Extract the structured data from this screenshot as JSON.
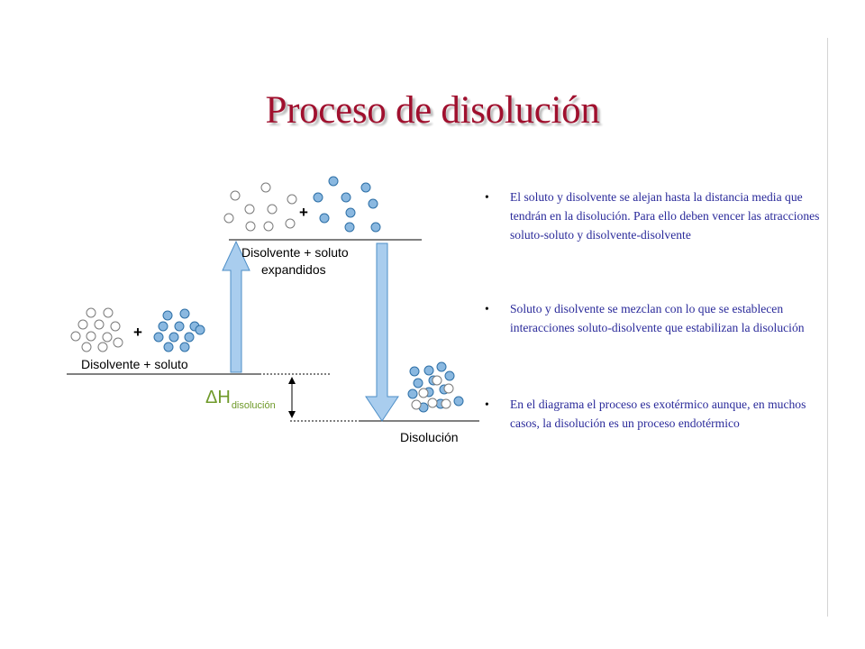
{
  "title": "Proceso de disolución",
  "diagram": {
    "labels": {
      "initial": "Disolvente + soluto",
      "expanded_line1": "Disolvente + soluto",
      "expanded_line2": "expandidos",
      "final": "Disolución",
      "delta_symbol": "ΔH",
      "delta_sub": "disolución",
      "plus": "+"
    },
    "colors": {
      "solute_fill": "#8ab8e0",
      "solute_stroke": "#2d6fa6",
      "solvent_stroke": "#7a7a7a",
      "arrow_fill": "#a9cdee",
      "arrow_stroke": "#4d8ec7",
      "delta_color": "#6f9a2a"
    }
  },
  "bullets": [
    {
      "marker": "•",
      "text": "El soluto y disolvente se alejan hasta la distancia media que tendrán en la disolución. Para ello deben vencer las atracciones soluto-soluto y disolvente-disolvente"
    },
    {
      "marker": "•",
      "text": "Soluto y disolvente se mezclan con lo que se establecen interacciones soluto-disolvente que estabilizan la disolución"
    },
    {
      "marker": "•",
      "text": "En el diagrama el proceso es exotérmico aunque, en muchos casos, la disolución es un proceso endotérmico"
    }
  ]
}
